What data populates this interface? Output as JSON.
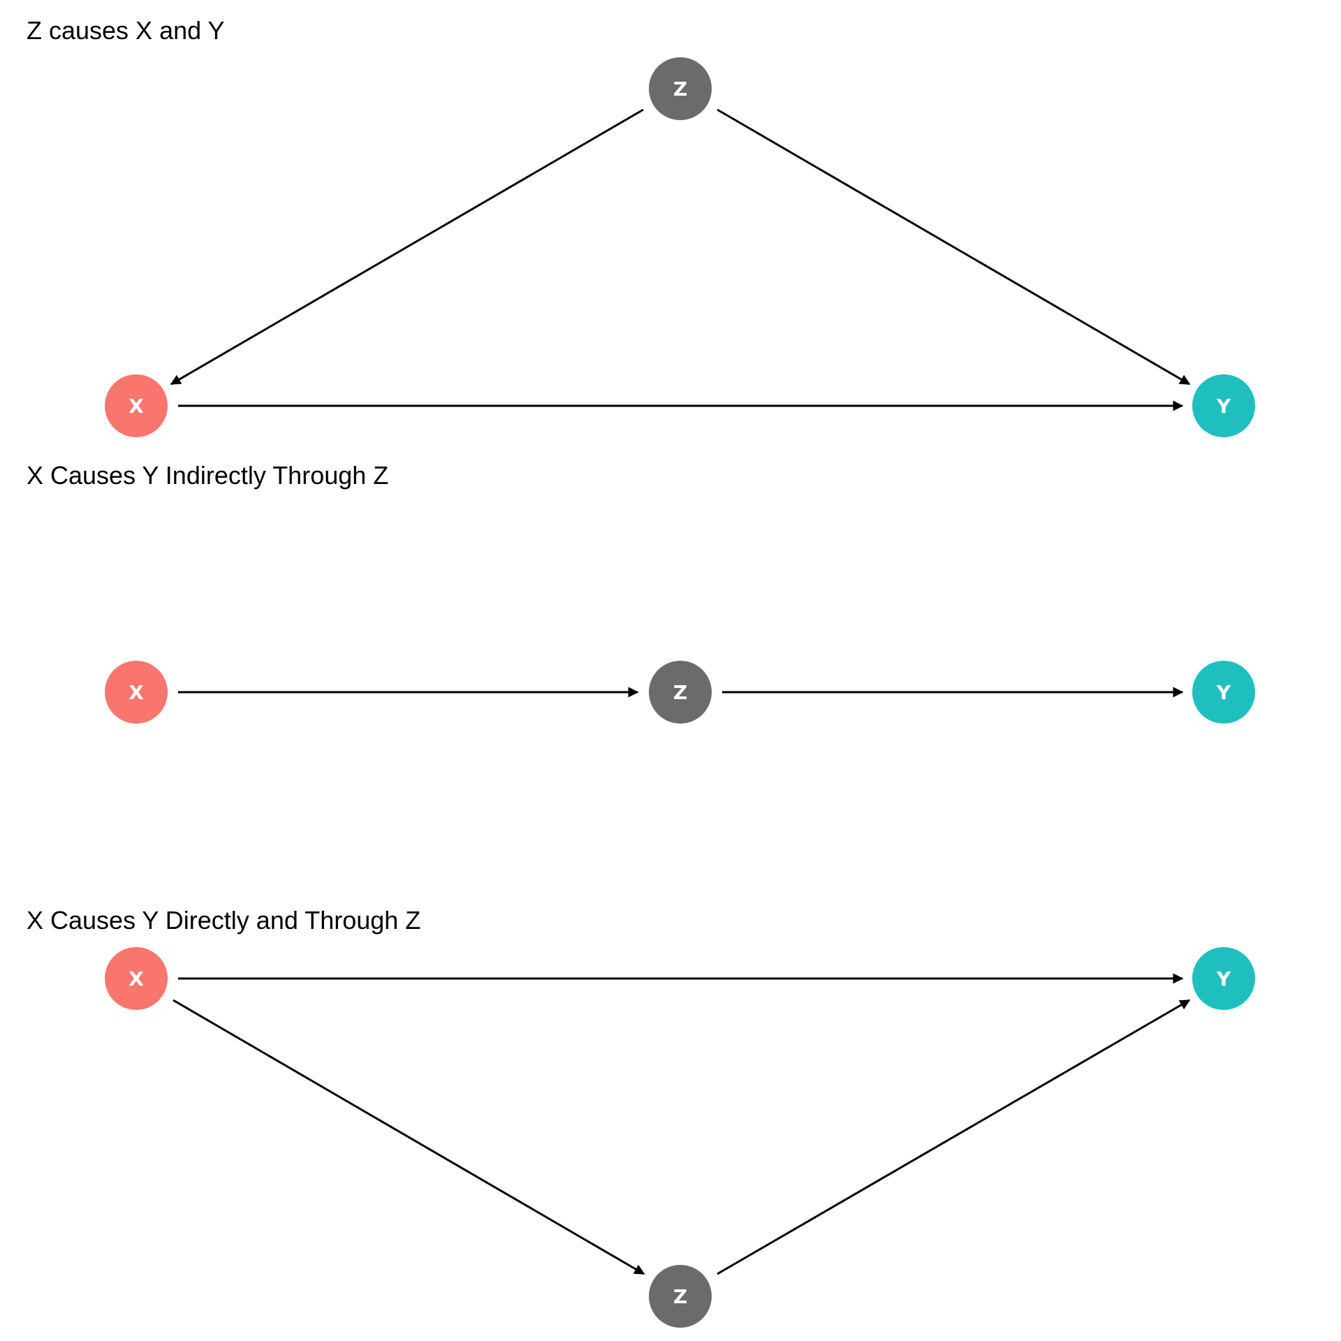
{
  "colors": {
    "x_node": "#F8766D",
    "y_node": "#1FBFBF",
    "z_node": "#6B6B6B",
    "edge": "#000000",
    "node_label": "#FFFFFF"
  },
  "panels": [
    {
      "title": "Z causes X and Y",
      "nodes": [
        {
          "id": "Z",
          "label": "Z"
        },
        {
          "id": "X",
          "label": "X"
        },
        {
          "id": "Y",
          "label": "Y"
        }
      ],
      "edges": [
        {
          "from": "Z",
          "to": "X"
        },
        {
          "from": "Z",
          "to": "Y"
        },
        {
          "from": "X",
          "to": "Y"
        }
      ]
    },
    {
      "title": "X Causes Y Indirectly Through Z",
      "nodes": [
        {
          "id": "X",
          "label": "X"
        },
        {
          "id": "Z",
          "label": "Z"
        },
        {
          "id": "Y",
          "label": "Y"
        }
      ],
      "edges": [
        {
          "from": "X",
          "to": "Z"
        },
        {
          "from": "Z",
          "to": "Y"
        }
      ]
    },
    {
      "title": "X Causes Y Directly and Through Z",
      "nodes": [
        {
          "id": "X",
          "label": "X"
        },
        {
          "id": "Y",
          "label": "Y"
        },
        {
          "id": "Z",
          "label": "Z"
        }
      ],
      "edges": [
        {
          "from": "X",
          "to": "Y"
        },
        {
          "from": "X",
          "to": "Z"
        },
        {
          "from": "Z",
          "to": "Y"
        }
      ]
    }
  ]
}
